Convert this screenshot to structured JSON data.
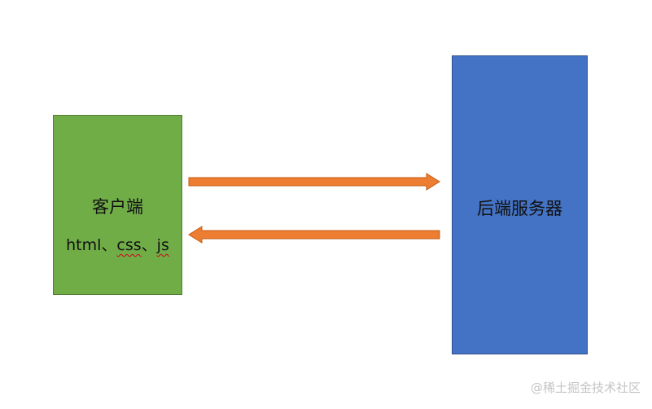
{
  "colors": {
    "client_fill": "#70ad47",
    "client_border": "#507e32",
    "server_fill": "#4472c4",
    "server_border": "#2f528f",
    "arrow_fill": "#ed7d31",
    "arrow_border": "#c55a11"
  },
  "client": {
    "title": "客户端",
    "tech_prefix": "html、",
    "tech_css": "css",
    "tech_sep": "、",
    "tech_js": "js"
  },
  "server": {
    "title": "后端服务器"
  },
  "arrows": [
    {
      "direction": "right"
    },
    {
      "direction": "left"
    }
  ],
  "watermark": "@稀土掘金技术社区"
}
